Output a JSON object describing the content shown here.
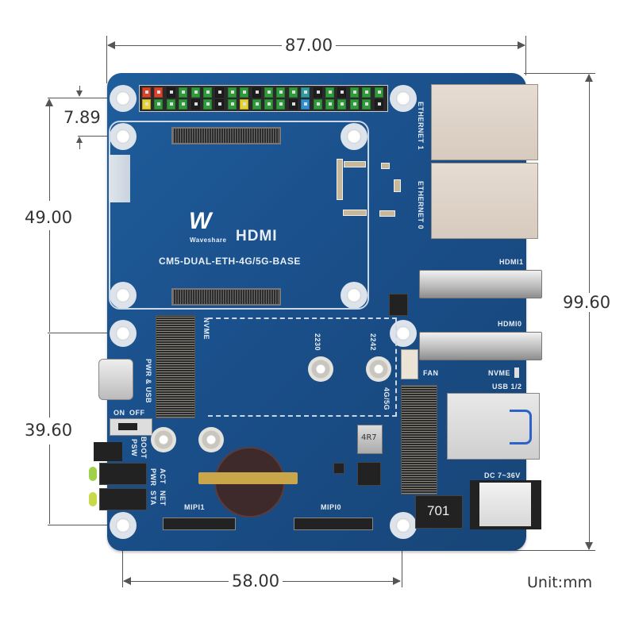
{
  "diagram": {
    "title": "Waveshare CM5 Dual ETH 4G/5G Base Board dimensions",
    "unit_label": "Unit:mm",
    "dimensions": {
      "width_total": "87.00",
      "height_total": "99.60",
      "top_offset": "7.89",
      "cm_module_height": "49.00",
      "lower_section_height": "39.60",
      "hole_spacing_bottom": "58.00"
    }
  },
  "board": {
    "brand": "Waveshare",
    "brand_logo_text": "W",
    "hdmi_logo": "HDMI",
    "model": "CM5-DUAL-ETH-4G/5G-BASE",
    "silkscreen": {
      "ethernet1": "ETHERNET 1",
      "ethernet0": "ETHERNET 0",
      "hdmi1": "HDMI1",
      "hdmi0": "HDMI0",
      "fan": "FAN",
      "nvme_led": "NVME",
      "usb": "USB 1/2",
      "dc_in": "DC 7~36V",
      "nvme_slot": "NVME",
      "m2_2230": "2230",
      "m2_2242": "2242",
      "slot_4g5g": "4G/5G",
      "pwr_usb": "PWR & USB",
      "switch_on": "ON",
      "switch_off": "OFF",
      "boot": "BOOT",
      "psw": "PSW",
      "act": "ACT",
      "net": "NET",
      "pwr": "PWR",
      "sta": "STA",
      "mipi1": "MIPI1",
      "mipi0": "MIPI0",
      "inductor_a": "4R7",
      "inductor_b": "701"
    },
    "gpio_header_colors": {
      "top_row": [
        "#d9432b",
        "#d9432b",
        "#1e1e1e",
        "#2f9a3a",
        "#2f9a3a",
        "#2f9a3a",
        "#1e1e1e",
        "#2f9a3a",
        "#2f9a3a",
        "#1e1e1e",
        "#2f9a3a",
        "#2f9a3a",
        "#2f9a3a",
        "#2f9aa0",
        "#1e1e1e",
        "#2f9a3a",
        "#1e1e1e",
        "#2f9a3a",
        "#2f9a3a",
        "#2f9a3a"
      ],
      "bottom_row": [
        "#e6d32d",
        "#2f9a3a",
        "#2f9a3a",
        "#2f9a3a",
        "#1e1e1e",
        "#2f9a3a",
        "#1e1e1e",
        "#2f9a3a",
        "#e6d32d",
        "#2f9a3a",
        "#2f9a3a",
        "#2f9a3a",
        "#1e1e1e",
        "#2f8fd6",
        "#2f9a3a",
        "#2f9a3a",
        "#2f9a3a",
        "#2f9a3a",
        "#2f9a3a",
        "#1e1e1e"
      ]
    }
  }
}
